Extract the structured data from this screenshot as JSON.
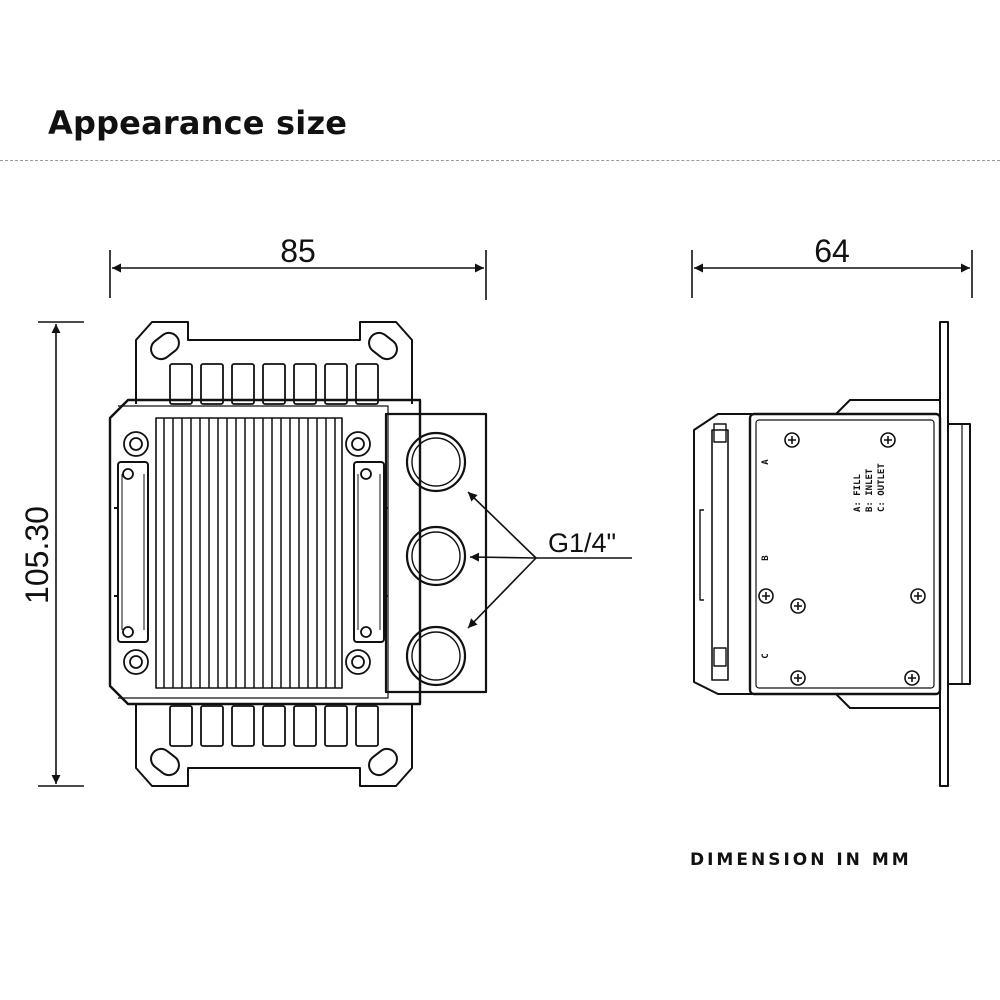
{
  "header": {
    "title": "Appearance size"
  },
  "dimensions": {
    "front_width": "85",
    "side_width": "64",
    "height": "105.30"
  },
  "callout": {
    "thread_label": "G1/4\""
  },
  "side_view": {
    "port_letters": [
      "A",
      "B",
      "C"
    ],
    "legend": [
      "A: FILL",
      "B: INLET",
      "C: OUTLET"
    ]
  },
  "footer": {
    "note": "DIMENSION IN MM"
  }
}
